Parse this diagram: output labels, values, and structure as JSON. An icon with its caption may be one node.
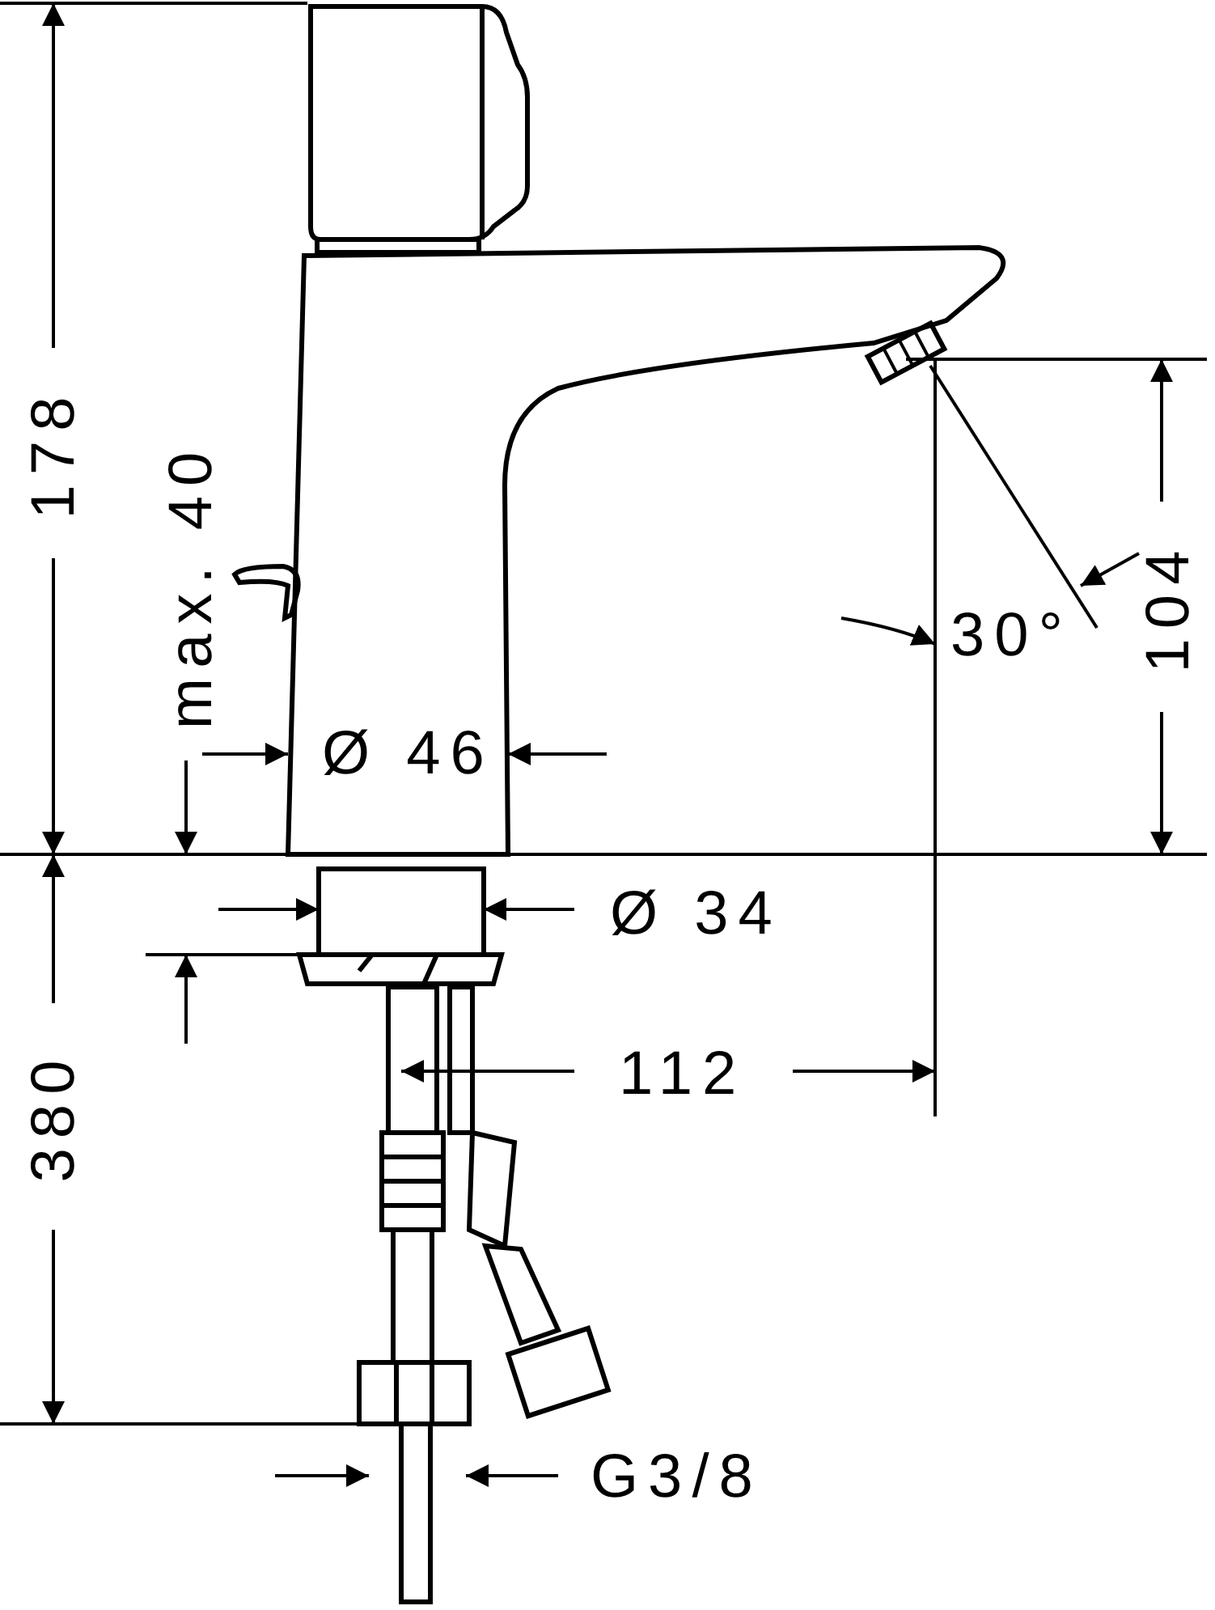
{
  "diagram": {
    "labels": [
      "178",
      "max. 40",
      "Ø 46",
      "30°",
      "104",
      "Ø 34",
      "380",
      "112",
      "G3/8"
    ]
  }
}
